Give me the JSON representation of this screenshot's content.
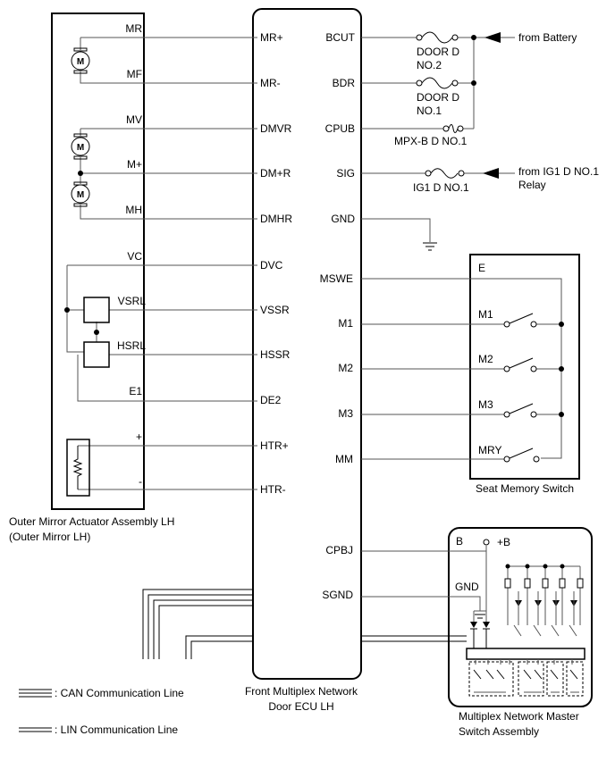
{
  "labels": {
    "mirror_caption_1": "Outer Mirror Actuator Assembly LH",
    "mirror_caption_2": "(Outer Mirror LH)",
    "ecu_caption_1": "Front Multiplex Network",
    "ecu_caption_2": "Door ECU LH",
    "seat_caption": "Seat Memory Switch",
    "master_caption_1": "Multiplex Network Master",
    "master_caption_2": "Switch Assembly",
    "from_battery": "from Battery",
    "from_ig1_1": "from IG1 D NO.1",
    "from_ig1_2": "Relay",
    "fuse_door_d_no2_a": "DOOR D",
    "fuse_door_d_no2_b": "NO.2",
    "fuse_door_d_no1_a": "DOOR D",
    "fuse_door_d_no1_b": "NO.1",
    "fuse_mpxb": "MPX-B D NO.1",
    "fuse_ig1": "IG1 D NO.1"
  },
  "mirror_terms": {
    "mr": "MR",
    "mf": "MF",
    "mv": "MV",
    "mplus": "M+",
    "mh": "MH",
    "vc": "VC",
    "vsrl": "VSRL",
    "hsrl": "HSRL",
    "e1": "E1",
    "plus": "+",
    "minus": "-"
  },
  "ecu_left_pins": {
    "mrp": "MR+",
    "mrm": "MR-",
    "dmvr": "DMVR",
    "dmpr": "DM+R",
    "dmhr": "DMHR",
    "dvc": "DVC",
    "vssr": "VSSR",
    "hssr": "HSSR",
    "de2": "DE2",
    "htrp": "HTR+",
    "htrm": "HTR-"
  },
  "ecu_right_pins": {
    "bcut": "BCUT",
    "bdr": "BDR",
    "cpub": "CPUB",
    "sig": "SIG",
    "gnd": "GND",
    "mswe": "MSWE",
    "m1": "M1",
    "m2": "M2",
    "m3": "M3",
    "mm": "MM",
    "cpbj": "CPBJ",
    "sgnd": "SGND"
  },
  "seat_terms": {
    "e": "E",
    "m1": "M1",
    "m2": "M2",
    "m3": "M3",
    "mry": "MRY"
  },
  "master_terms": {
    "b": "B",
    "plusb": "+B",
    "gnd": "GND"
  },
  "legend": {
    "can": ": CAN Communication Line",
    "lin": ": LIN Communication Line"
  }
}
